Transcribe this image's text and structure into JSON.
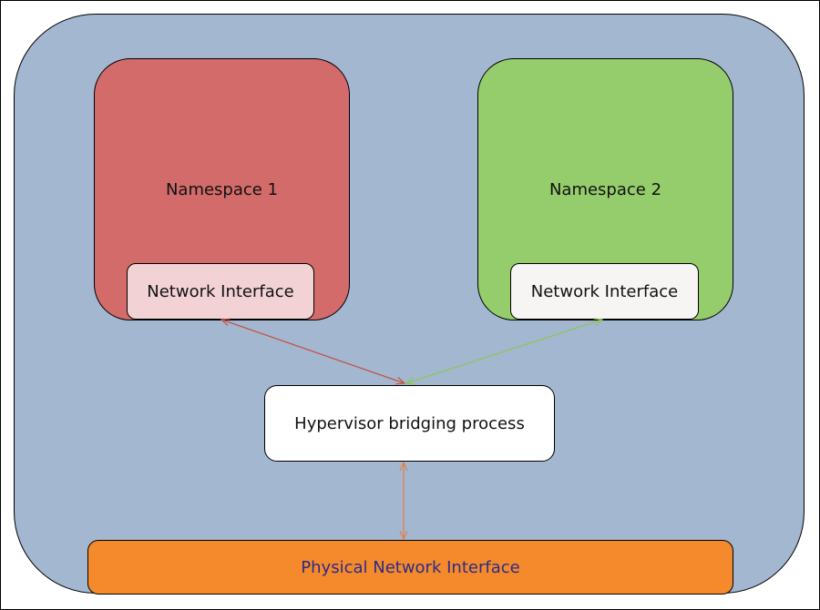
{
  "diagram": {
    "namespace1": {
      "label": "Namespace 1",
      "interface_label": "Network Interface"
    },
    "namespace2": {
      "label": "Namespace 2",
      "interface_label": "Network Interface"
    },
    "bridge": {
      "label": "Hypervisor bridging process"
    },
    "physical": {
      "label": "Physical Network Interface"
    }
  },
  "colors": {
    "host_background": "#a3b7d1",
    "namespace1_fill": "#d26b6a",
    "namespace1_interface_fill": "#f3d2d5",
    "namespace2_fill": "#96cd6c",
    "namespace2_interface_fill": "#f7f4f4",
    "bridge_fill": "#ffffff",
    "physical_fill": "#f48a2b",
    "physical_text": "#2d2b8a",
    "arrow_ns1": "#c35448",
    "arrow_ns2": "#8cc55c",
    "arrow_physical": "#e0814a"
  }
}
